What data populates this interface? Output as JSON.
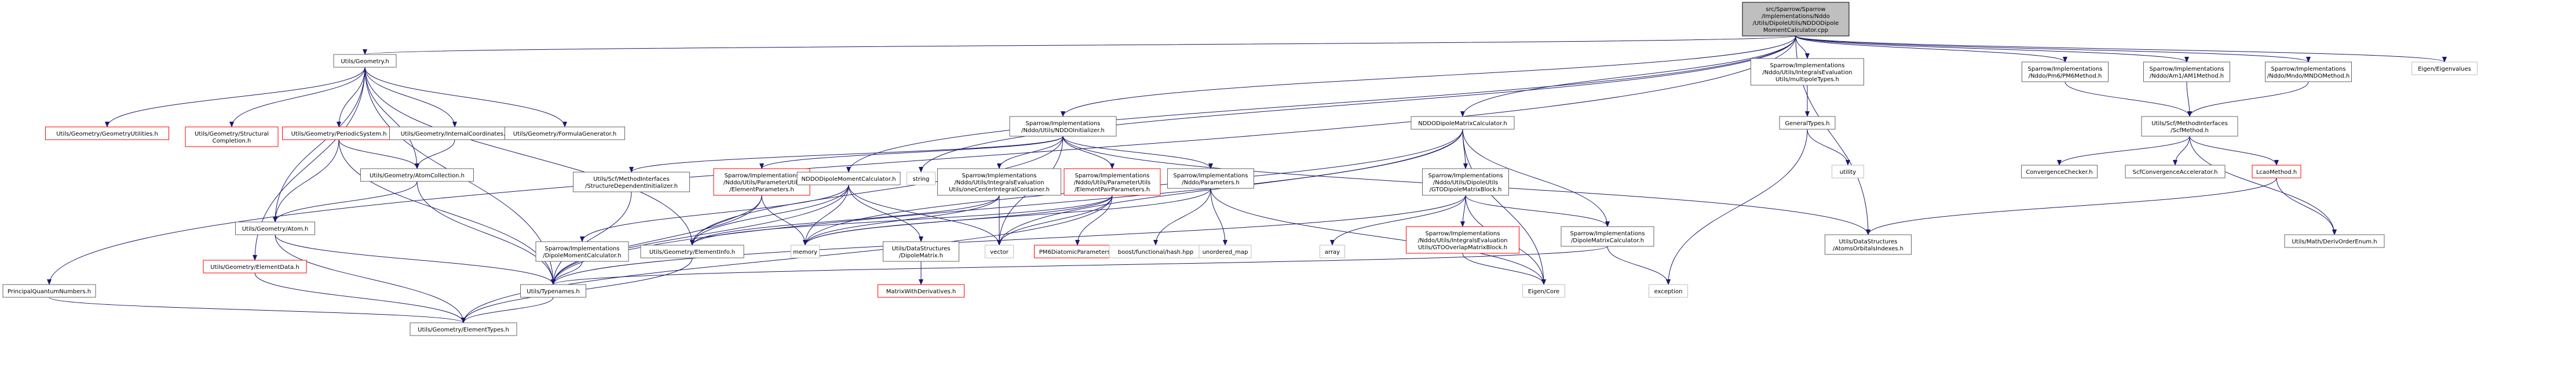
{
  "nodes": [
    {
      "id": "root",
      "lines": [
        "src/Sparrow/Sparrow",
        "/Implementations/Nddo",
        "/Utils/DipoleUtils/NDDODipole",
        "MomentCalculator.cpp"
      ],
      "style": "root"
    },
    {
      "id": "geometry",
      "lines": [
        "Utils/Geometry.h"
      ],
      "style": "normal"
    },
    {
      "id": "geomutil",
      "lines": [
        "Utils/Geometry/GeometryUtilities.h"
      ],
      "style": "red"
    },
    {
      "id": "structcomp",
      "lines": [
        "Utils/Geometry/Structural",
        "Completion.h"
      ],
      "style": "red"
    },
    {
      "id": "periodic",
      "lines": [
        "Utils/Geometry/PeriodicSystem.h"
      ],
      "style": "red"
    },
    {
      "id": "internal",
      "lines": [
        "Utils/Geometry/InternalCoordinates.h"
      ],
      "style": "normal"
    },
    {
      "id": "formula",
      "lines": [
        "Utils/Geometry/FormulaGenerator.h"
      ],
      "style": "normal"
    },
    {
      "id": "atomcoll",
      "lines": [
        "Utils/Geometry/AtomCollection.h"
      ],
      "style": "normal"
    },
    {
      "id": "atom",
      "lines": [
        "Utils/Geometry/Atom.h"
      ],
      "style": "normal"
    },
    {
      "id": "elemdata",
      "lines": [
        "Utils/Geometry/ElementData.h"
      ],
      "style": "red"
    },
    {
      "id": "typenames",
      "lines": [
        "Utils/Typenames.h"
      ],
      "style": "normal"
    },
    {
      "id": "elemtypes",
      "lines": [
        "Utils/Geometry/ElementTypes.h"
      ],
      "style": "normal"
    },
    {
      "id": "pqn",
      "lines": [
        "PrincipalQuantumNumbers.h"
      ],
      "style": "normal"
    },
    {
      "id": "nddoinit",
      "lines": [
        "Sparrow/Implementations",
        "/Nddo/Utils/NDDOInitializer.h"
      ],
      "style": "normal"
    },
    {
      "id": "scfsdi",
      "lines": [
        "Utils/Scf/MethodInterfaces",
        "/StructureDependentInitializer.h"
      ],
      "style": "normal"
    },
    {
      "id": "elemparams",
      "lines": [
        "Sparrow/Implementations",
        "/Nddo/Utils/ParameterUtils",
        "/ElementParameters.h"
      ],
      "style": "red"
    },
    {
      "id": "nddodmc",
      "lines": [
        "NDDODipoleMomentCalculator.h"
      ],
      "style": "normal"
    },
    {
      "id": "string",
      "lines": [
        "string"
      ],
      "style": "gray"
    },
    {
      "id": "onecenter",
      "lines": [
        "Sparrow/Implementations",
        "/Nddo/Utils/IntegralsEvaluation",
        "Utils/oneCenterIntegralContainer.h"
      ],
      "style": "normal"
    },
    {
      "id": "elempair",
      "lines": [
        "Sparrow/Implementations",
        "/Nddo/Utils/ParameterUtils",
        "/ElementPairParameters.h"
      ],
      "style": "red"
    },
    {
      "id": "nddoparams",
      "lines": [
        "Sparrow/Implementations",
        "/Nddo/Parameters.h"
      ],
      "style": "normal"
    },
    {
      "id": "dipmomcalc",
      "lines": [
        "Sparrow/Implementations",
        "/DipoleMomentCalculator.h"
      ],
      "style": "normal"
    },
    {
      "id": "elementinfo",
      "lines": [
        "Utils/Geometry/ElementInfo.h"
      ],
      "style": "normal"
    },
    {
      "id": "memory",
      "lines": [
        "memory"
      ],
      "style": "gray"
    },
    {
      "id": "dsdipole",
      "lines": [
        "Utils/DataStructures",
        "/DipoleMatrix.h"
      ],
      "style": "normal"
    },
    {
      "id": "vector",
      "lines": [
        "vector"
      ],
      "style": "gray"
    },
    {
      "id": "pm6diat",
      "lines": [
        "PM6DiatomicParameters.h"
      ],
      "style": "red"
    },
    {
      "id": "matrixwd",
      "lines": [
        "MatrixWithDerivatives.h"
      ],
      "style": "red"
    },
    {
      "id": "boosthash",
      "lines": [
        "boost/functional/hash.hpp"
      ],
      "style": "gray"
    },
    {
      "id": "unorderedmap",
      "lines": [
        "unordered_map"
      ],
      "style": "gray"
    },
    {
      "id": "nddodmatc",
      "lines": [
        "NDDODipoleMatrixCalculator.h"
      ],
      "style": "normal"
    },
    {
      "id": "gtodmb",
      "lines": [
        "Sparrow/Implementations",
        "/Nddo/Utils/DipoleUtils",
        "/GTODipoleMatrixBlock.h"
      ],
      "style": "normal"
    },
    {
      "id": "array",
      "lines": [
        "array"
      ],
      "style": "gray"
    },
    {
      "id": "gtoovl",
      "lines": [
        "Sparrow/Implementations",
        "/Nddo/Utils/IntegralsEvaluation",
        "Utils/GTOOverlapMatrixBlock.h"
      ],
      "style": "red"
    },
    {
      "id": "dipmatcalc",
      "lines": [
        "Sparrow/Implementations",
        "/DipoleMatrixCalculator.h"
      ],
      "style": "normal"
    },
    {
      "id": "eigencore",
      "lines": [
        "Eigen/Core"
      ],
      "style": "gray"
    },
    {
      "id": "exception",
      "lines": [
        "exception"
      ],
      "style": "gray"
    },
    {
      "id": "multipole",
      "lines": [
        "Sparrow/Implementations",
        "/Nddo/Utils/IntegralsEvaluation",
        "Utils/multipoleTypes.h"
      ],
      "style": "normal"
    },
    {
      "id": "generaltypes",
      "lines": [
        "GeneralTypes.h"
      ],
      "style": "normal"
    },
    {
      "id": "utility",
      "lines": [
        "utility"
      ],
      "style": "gray"
    },
    {
      "id": "atomsorb",
      "lines": [
        "Utils/DataStructures",
        "/AtomsOrbitalsIndexes.h"
      ],
      "style": "normal"
    },
    {
      "id": "pm6method",
      "lines": [
        "Sparrow/Implementations",
        "/Nddo/Pm6/PM6Method.h"
      ],
      "style": "normal"
    },
    {
      "id": "am1method",
      "lines": [
        "Sparrow/Implementations",
        "/Nddo/Am1/AM1Method.h"
      ],
      "style": "normal"
    },
    {
      "id": "mndomethod",
      "lines": [
        "Sparrow/Implementations",
        "/Nddo/Mndo/MNDOMethod.h"
      ],
      "style": "normal"
    },
    {
      "id": "scfmethod",
      "lines": [
        "Utils/Scf/MethodInterfaces",
        "/ScfMethod.h"
      ],
      "style": "normal"
    },
    {
      "id": "convchecker",
      "lines": [
        "ConvergenceChecker.h"
      ],
      "style": "normal"
    },
    {
      "id": "scfconvacc",
      "lines": [
        "ScfConvergenceAccelerator.h"
      ],
      "style": "normal"
    },
    {
      "id": "lcaomethod",
      "lines": [
        "LcaoMethod.h"
      ],
      "style": "red"
    },
    {
      "id": "derivorder",
      "lines": [
        "Utils/Math/DerivOrderEnum.h"
      ],
      "style": "normal"
    },
    {
      "id": "eigenvalues",
      "lines": [
        "Eigen/Eigenvalues"
      ],
      "style": "gray"
    }
  ],
  "edges": [
    [
      "root",
      "geometry"
    ],
    [
      "root",
      "pqn"
    ],
    [
      "root",
      "nddoinit"
    ],
    [
      "root",
      "string"
    ],
    [
      "root",
      "nddodmc"
    ],
    [
      "root",
      "nddodmatc"
    ],
    [
      "root",
      "multipole"
    ],
    [
      "root",
      "atomsorb"
    ],
    [
      "root",
      "pm6method"
    ],
    [
      "root",
      "am1method"
    ],
    [
      "root",
      "mndomethod"
    ],
    [
      "root",
      "eigenvalues"
    ],
    [
      "geometry",
      "geomutil"
    ],
    [
      "geometry",
      "structcomp"
    ],
    [
      "geometry",
      "periodic"
    ],
    [
      "geometry",
      "internal"
    ],
    [
      "geometry",
      "formula"
    ],
    [
      "geometry",
      "atomcoll"
    ],
    [
      "geometry",
      "atom"
    ],
    [
      "geometry",
      "elemdata"
    ],
    [
      "geometry",
      "typenames"
    ],
    [
      "geometry",
      "elementinfo"
    ],
    [
      "periodic",
      "atomcoll"
    ],
    [
      "periodic",
      "atom"
    ],
    [
      "periodic",
      "typenames"
    ],
    [
      "internal",
      "atomcoll"
    ],
    [
      "atomcoll",
      "atom"
    ],
    [
      "atomcoll",
      "typenames"
    ],
    [
      "atom",
      "typenames"
    ],
    [
      "atom",
      "elemtypes"
    ],
    [
      "elemdata",
      "elemtypes"
    ],
    [
      "typenames",
      "elemtypes"
    ],
    [
      "pqn",
      "elemtypes"
    ],
    [
      "nddoinit",
      "scfsdi"
    ],
    [
      "nddoinit",
      "elemparams"
    ],
    [
      "nddoinit",
      "onecenter"
    ],
    [
      "nddoinit",
      "elempair"
    ],
    [
      "nddoinit",
      "nddoparams"
    ],
    [
      "nddoinit",
      "atomsorb"
    ],
    [
      "nddoinit",
      "vector"
    ],
    [
      "nddoinit",
      "elementinfo"
    ],
    [
      "scfsdi",
      "typenames"
    ],
    [
      "elemparams",
      "typenames"
    ],
    [
      "elemparams",
      "elementinfo"
    ],
    [
      "elemparams",
      "memory"
    ],
    [
      "nddodmc",
      "dipmomcalc"
    ],
    [
      "nddodmc",
      "elementinfo"
    ],
    [
      "nddodmc",
      "memory"
    ],
    [
      "nddodmc",
      "dsdipole"
    ],
    [
      "nddodmc",
      "vector"
    ],
    [
      "nddodmc",
      "typenames"
    ],
    [
      "dipmomcalc",
      "typenames"
    ],
    [
      "onecenter",
      "elementinfo"
    ],
    [
      "onecenter",
      "memory"
    ],
    [
      "onecenter",
      "vector"
    ],
    [
      "elempair",
      "pm6diat"
    ],
    [
      "elempair",
      "elementinfo"
    ],
    [
      "elempair",
      "memory"
    ],
    [
      "elempair",
      "vector"
    ],
    [
      "elempair",
      "elemtypes"
    ],
    [
      "nddoparams",
      "boosthash"
    ],
    [
      "nddoparams",
      "unorderedmap"
    ],
    [
      "nddoparams",
      "eigencore"
    ],
    [
      "nddoparams",
      "memory"
    ],
    [
      "elementinfo",
      "elemtypes"
    ],
    [
      "dsdipole",
      "matrixwd"
    ],
    [
      "nddodmatc",
      "gtodmb"
    ],
    [
      "nddodmatc",
      "dipmatcalc"
    ],
    [
      "nddodmatc",
      "memory"
    ],
    [
      "nddodmatc",
      "vector"
    ],
    [
      "nddodmatc",
      "eigencore"
    ],
    [
      "nddodmatc",
      "typenames"
    ],
    [
      "gtodmb",
      "array"
    ],
    [
      "gtodmb",
      "gtoovl"
    ],
    [
      "gtodmb",
      "eigencore"
    ],
    [
      "gtodmb",
      "typenames"
    ],
    [
      "gtodmb",
      "dipmatcalc"
    ],
    [
      "gtoovl",
      "eigencore"
    ],
    [
      "dipmatcalc",
      "typenames"
    ],
    [
      "dipmatcalc",
      "exception"
    ],
    [
      "multipole",
      "generaltypes"
    ],
    [
      "generaltypes",
      "utility"
    ],
    [
      "generaltypes",
      "exception"
    ],
    [
      "pm6method",
      "scfmethod"
    ],
    [
      "am1method",
      "scfmethod"
    ],
    [
      "mndomethod",
      "scfmethod"
    ],
    [
      "scfmethod",
      "convchecker"
    ],
    [
      "scfmethod",
      "scfconvacc"
    ],
    [
      "scfmethod",
      "lcaomethod"
    ],
    [
      "scfmethod",
      "derivorder"
    ],
    [
      "lcaomethod",
      "derivorder"
    ],
    [
      "lcaomethod",
      "atomsorb"
    ]
  ],
  "colors": {
    "node_border_normal": "#666666",
    "node_border_red": "#ff0000",
    "node_border_gray": "#bfbfbf",
    "root_fill": "#bfbfbf",
    "edge": "#191970",
    "text": "#000000"
  }
}
